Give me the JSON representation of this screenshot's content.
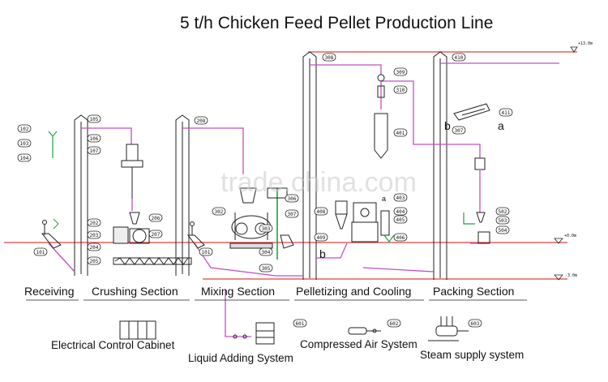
{
  "title": "5 t/h Chicken Feed Pellet Production Line",
  "watermark": "trade.china.com",
  "elevations": [
    "+13.0m",
    "+0.0m",
    "-3.0m"
  ],
  "sections": [
    "Receiving",
    "Crushing Section",
    "Mixing Section",
    "Pelletizing and Cooling",
    "Packing Section"
  ],
  "utilities": {
    "electrical": "Electrical Control Cabinet",
    "liquid": "Liquid Adding System",
    "air": "Compressed Air System",
    "steam": "Steam supply system"
  },
  "tags": {
    "t102": "102",
    "t103": "103",
    "t104": "104",
    "t101a": "101",
    "t105": "105",
    "t106": "106",
    "t107": "107",
    "t202": "202",
    "t203": "203",
    "t204": "204",
    "t205": "205",
    "t206": "206",
    "t207": "207",
    "t208": "208",
    "t101b": "101",
    "t302": "302",
    "t303": "303",
    "t304": "304",
    "t305": "305",
    "t306": "306",
    "t307": "307",
    "t308": "308",
    "t309": "309",
    "t310": "310",
    "t401": "401",
    "t408": "408",
    "t409": "409",
    "t403": "403",
    "t404": "404",
    "t405": "405",
    "t406": "406",
    "t410": "410",
    "t411": "411",
    "t307b": "307",
    "t502": "502",
    "t503": "503",
    "t504": "504",
    "t601": "601",
    "t602": "602",
    "t603": "603"
  },
  "letters": {
    "b1": "b",
    "b2": "b",
    "a1": "a",
    "a2": "a"
  },
  "colors": {
    "pipe": "#c050c0",
    "floor": "#e04040",
    "line": "#222222",
    "flow": "#20a040"
  }
}
